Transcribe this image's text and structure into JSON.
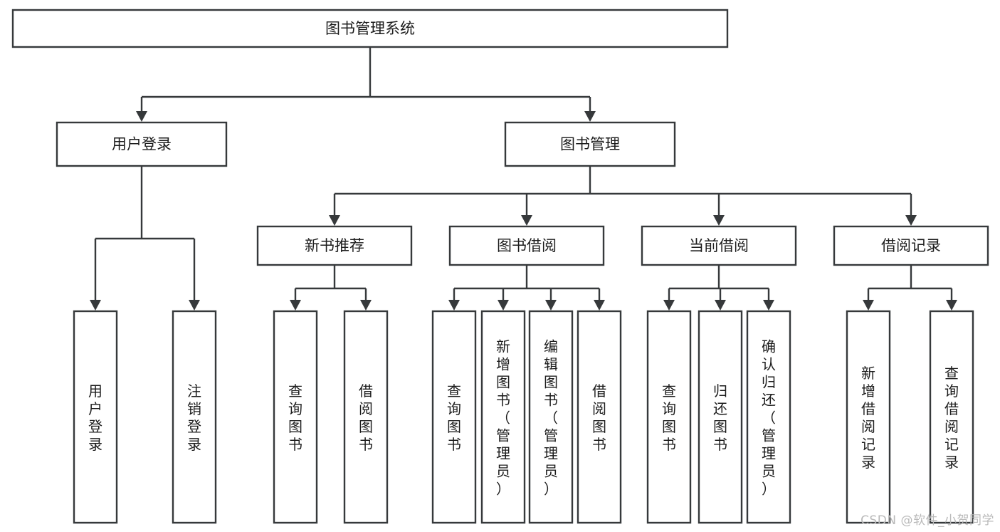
{
  "diagram": {
    "type": "tree",
    "title": "图书管理系统",
    "orientation": "top-down",
    "colors": {
      "box_stroke": "#36393b",
      "box_fill": "#ffffff",
      "text": "#1c1c1c",
      "connector": "#36393b",
      "watermark": "#b9b9b9",
      "background": "#ffffff"
    },
    "nodes": {
      "root": {
        "label": "图书管理系统",
        "level": 0,
        "orientation": "horizontal"
      },
      "l1_user_login": {
        "label": "用户登录",
        "level": 1,
        "orientation": "horizontal"
      },
      "l1_book_manage": {
        "label": "图书管理",
        "level": 1,
        "orientation": "horizontal"
      },
      "l2_new_book_rec": {
        "label": "新书推荐",
        "level": 2,
        "orientation": "horizontal"
      },
      "l2_book_borrow": {
        "label": "图书借阅",
        "level": 2,
        "orientation": "horizontal"
      },
      "l2_current_borrow": {
        "label": "当前借阅",
        "level": 2,
        "orientation": "horizontal"
      },
      "l2_borrow_record": {
        "label": "借阅记录",
        "level": 2,
        "orientation": "horizontal"
      },
      "leaf_user_login": {
        "label": "用户登录",
        "level": 3,
        "orientation": "vertical"
      },
      "leaf_logout": {
        "label": "注销登录",
        "level": 3,
        "orientation": "vertical"
      },
      "leaf_query_book_1": {
        "label": "查询图书",
        "level": 3,
        "orientation": "vertical"
      },
      "leaf_borrow_book_1": {
        "label": "借阅图书",
        "level": 3,
        "orientation": "vertical"
      },
      "leaf_query_book_2": {
        "label": "查询图书",
        "level": 3,
        "orientation": "vertical"
      },
      "leaf_add_book": {
        "label": "新增图书（管理员）",
        "level": 3,
        "orientation": "vertical"
      },
      "leaf_edit_book": {
        "label": "编辑图书（管理员）",
        "level": 3,
        "orientation": "vertical"
      },
      "leaf_borrow_book_2": {
        "label": "借阅图书",
        "level": 3,
        "orientation": "vertical"
      },
      "leaf_query_book_3": {
        "label": "查询图书",
        "level": 3,
        "orientation": "vertical"
      },
      "leaf_return_book": {
        "label": "归还图书",
        "level": 3,
        "orientation": "vertical"
      },
      "leaf_confirm_return": {
        "label": "确认归还（管理员）",
        "level": 3,
        "orientation": "vertical"
      },
      "leaf_add_record": {
        "label": "新增借阅记录",
        "level": 3,
        "orientation": "vertical"
      },
      "leaf_query_record": {
        "label": "查询借阅记录",
        "level": 3,
        "orientation": "vertical"
      }
    },
    "edges": [
      {
        "from": "root",
        "to": "l1_user_login"
      },
      {
        "from": "root",
        "to": "l1_book_manage"
      },
      {
        "from": "l1_user_login",
        "to": "leaf_user_login"
      },
      {
        "from": "l1_user_login",
        "to": "leaf_logout"
      },
      {
        "from": "l1_book_manage",
        "to": "l2_new_book_rec"
      },
      {
        "from": "l1_book_manage",
        "to": "l2_book_borrow"
      },
      {
        "from": "l1_book_manage",
        "to": "l2_current_borrow"
      },
      {
        "from": "l1_book_manage",
        "to": "l2_borrow_record"
      },
      {
        "from": "l2_new_book_rec",
        "to": "leaf_query_book_1"
      },
      {
        "from": "l2_new_book_rec",
        "to": "leaf_borrow_book_1"
      },
      {
        "from": "l2_book_borrow",
        "to": "leaf_query_book_2"
      },
      {
        "from": "l2_book_borrow",
        "to": "leaf_add_book"
      },
      {
        "from": "l2_book_borrow",
        "to": "leaf_edit_book"
      },
      {
        "from": "l2_book_borrow",
        "to": "leaf_borrow_book_2"
      },
      {
        "from": "l2_current_borrow",
        "to": "leaf_query_book_3"
      },
      {
        "from": "l2_current_borrow",
        "to": "leaf_return_book"
      },
      {
        "from": "l2_current_borrow",
        "to": "leaf_confirm_return"
      },
      {
        "from": "l2_borrow_record",
        "to": "leaf_add_record"
      },
      {
        "from": "l2_borrow_record",
        "to": "leaf_query_record"
      }
    ]
  },
  "watermark": {
    "text": "CSDN @软件_小贺同学"
  }
}
